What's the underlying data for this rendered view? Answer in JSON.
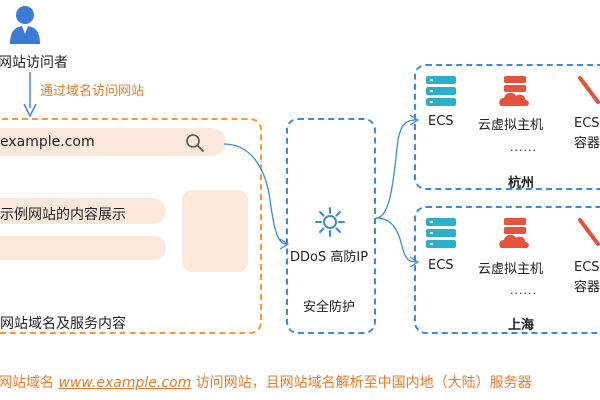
{
  "visitor": {
    "label": "网站访问者",
    "icon": "user-icon"
  },
  "access_via": "通过域名访问网站",
  "browser": {
    "url": "example.com",
    "content_label": "示例网站的内容展示",
    "footer_label": "网站域名及服务内容"
  },
  "ddos": {
    "label": "DDoS 高防IP",
    "protection": "安全防护",
    "icon": "ddos-shield-icon"
  },
  "regions": [
    {
      "name": "杭州",
      "items": [
        "ECS",
        "云虚拟主机",
        "ECS容器托管"
      ],
      "ellipsis": "......"
    },
    {
      "name": "上海",
      "items": [
        "ECS",
        "云虚拟主机",
        "ECS容器托管"
      ],
      "ellipsis": "......"
    }
  ],
  "caption": {
    "prefix": "网站域名",
    "link": "www.example.com",
    "suffix": "访问网站，且网站域名解析至中国内地（大陆）服务器"
  },
  "colors": {
    "orange": "#f59a3c",
    "blue": "#3d8bd6",
    "pill": "#fbe9dc",
    "ecs_teal": "#2bb0c9",
    "vhost_red": "#e5533d"
  }
}
